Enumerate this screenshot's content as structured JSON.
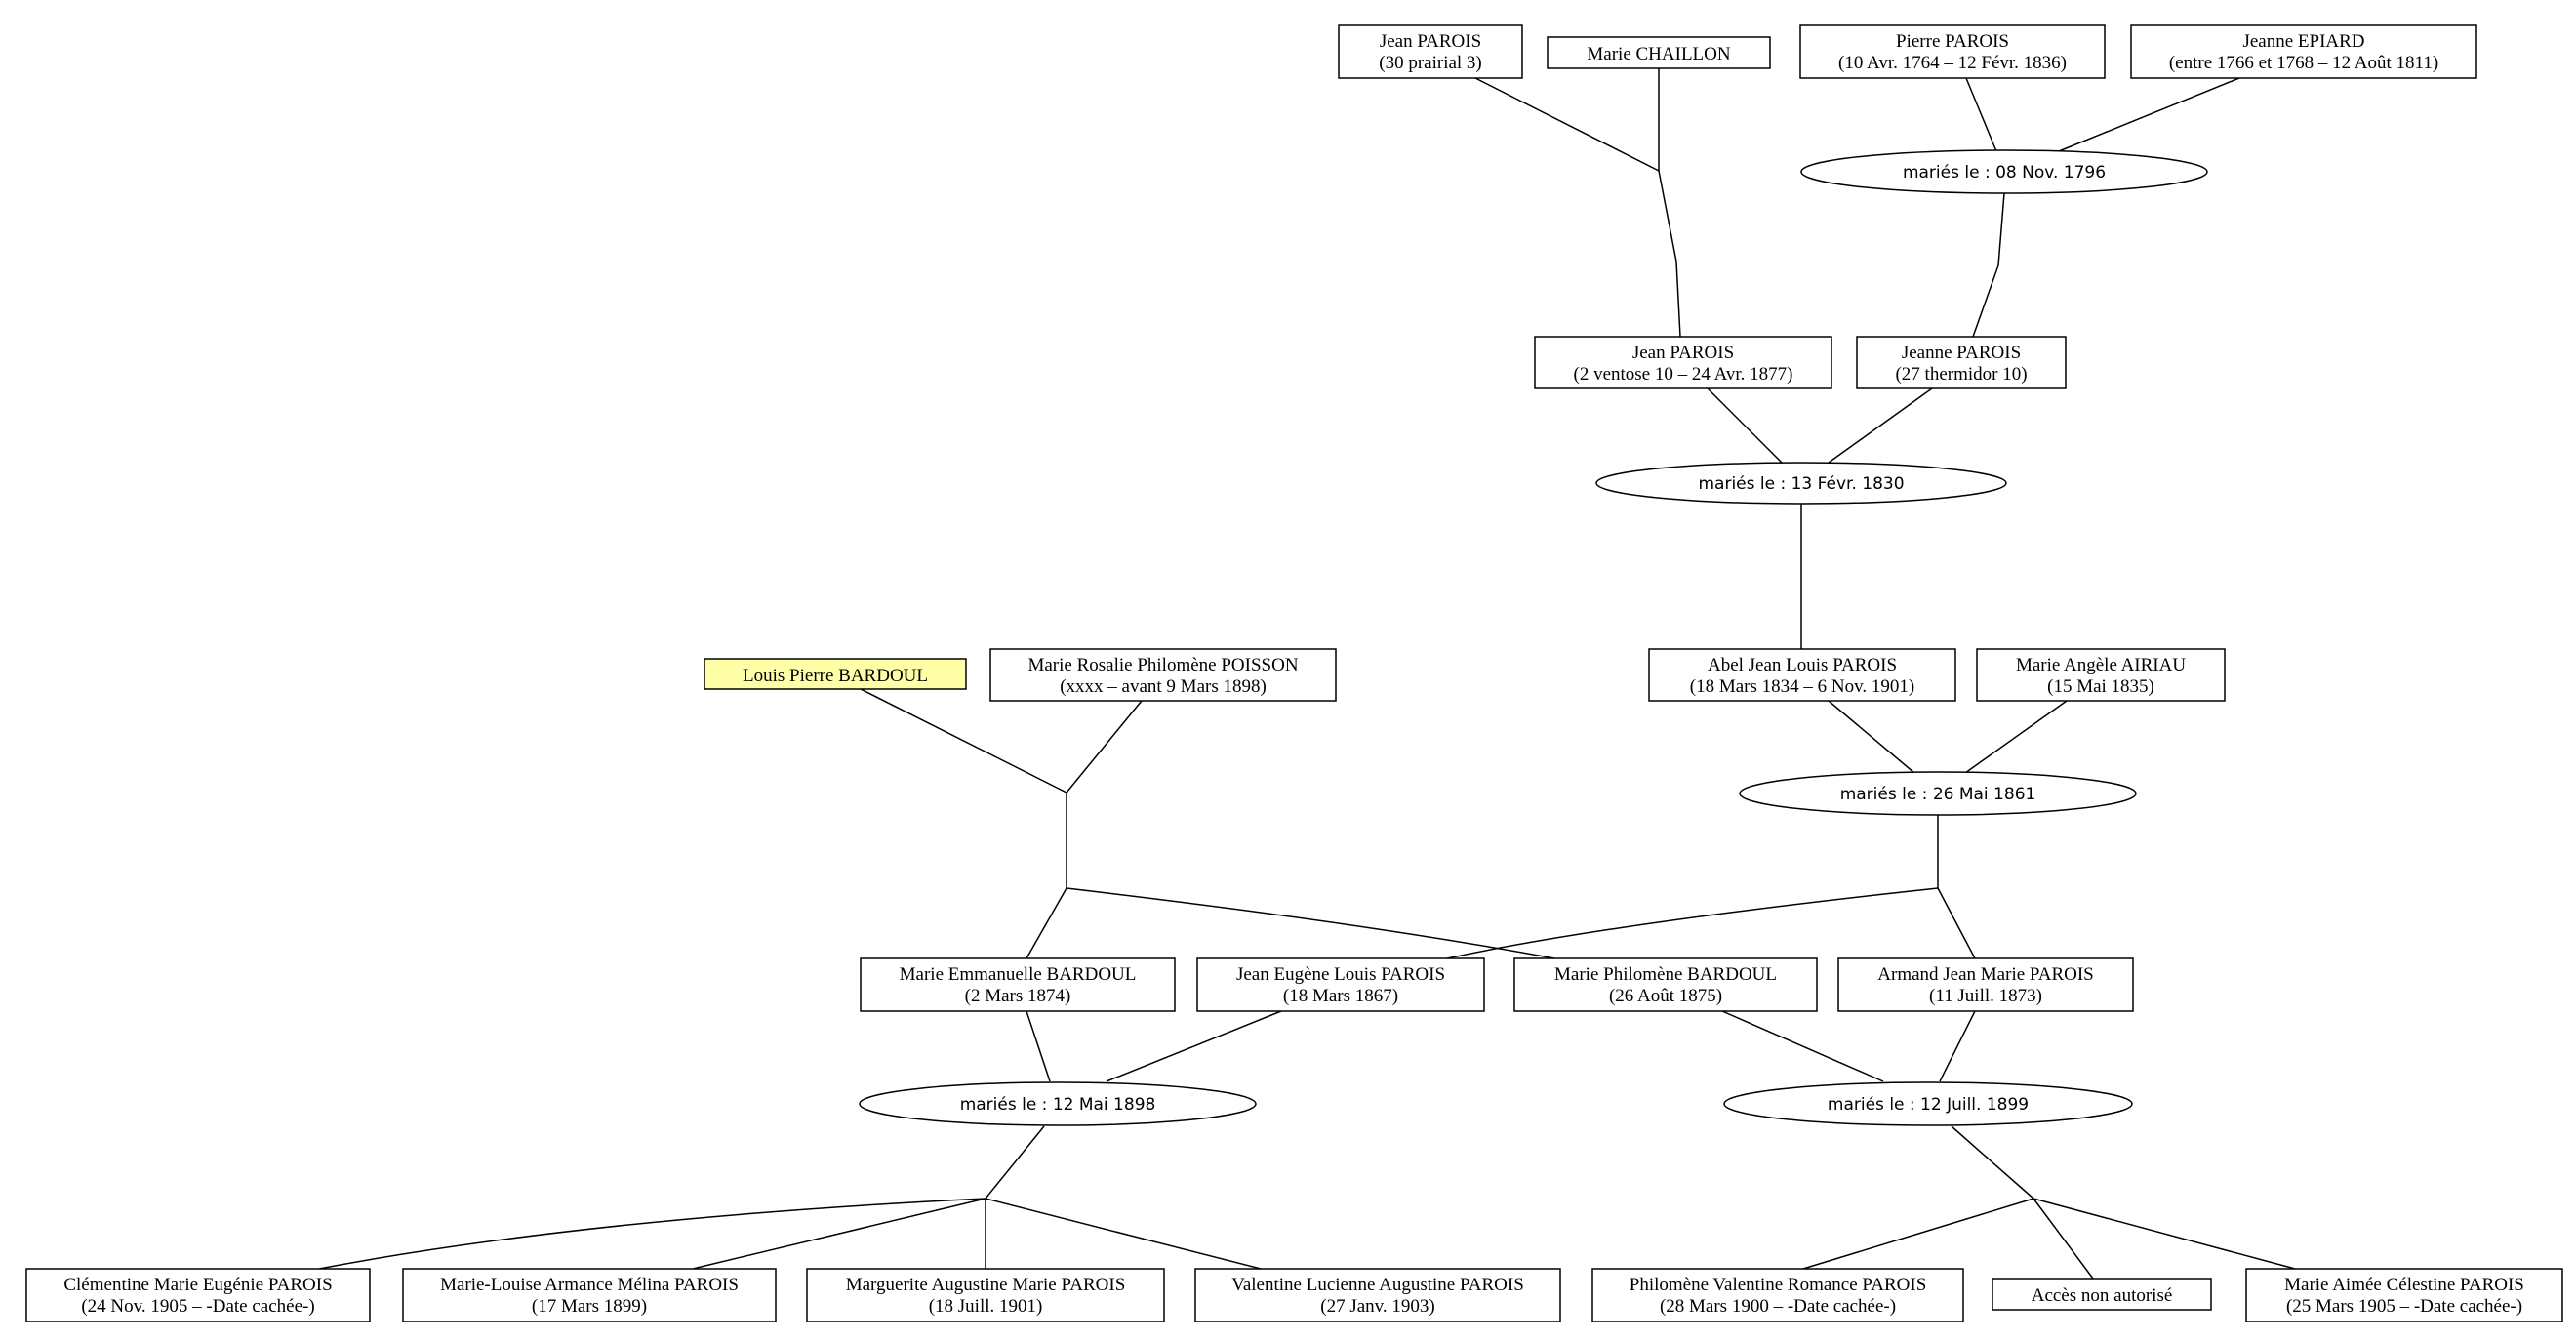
{
  "persons": {
    "jean_parois_1": {
      "name": "Jean PAROIS",
      "dates": "(30 prairial 3)"
    },
    "marie_chaillon": {
      "name": "Marie CHAILLON",
      "dates": ""
    },
    "pierre_parois": {
      "name": "Pierre PAROIS",
      "dates": "(10 Avr. 1764 – 12 Févr. 1836)"
    },
    "jeanne_epiard": {
      "name": "Jeanne EPIARD",
      "dates": "(entre 1766 et 1768 – 12 Août 1811)"
    },
    "jean_parois_2": {
      "name": "Jean PAROIS",
      "dates": "(2 ventose 10 – 24 Avr. 1877)"
    },
    "jeanne_parois": {
      "name": "Jeanne PAROIS",
      "dates": "(27 thermidor 10)"
    },
    "louis_bardoul": {
      "name": "Louis Pierre BARDOUL",
      "dates": "",
      "highlight": true
    },
    "marie_poisson": {
      "name": "Marie Rosalie Philomène POISSON",
      "dates": "(xxxx – avant 9 Mars 1898)"
    },
    "abel_parois": {
      "name": "Abel Jean Louis PAROIS",
      "dates": "(18 Mars 1834 – 6 Nov. 1901)"
    },
    "marie_airiau": {
      "name": "Marie Angèle AIRIAU",
      "dates": "(15 Mai 1835)"
    },
    "marie_emmanuelle": {
      "name": "Marie Emmanuelle BARDOUL",
      "dates": "(2 Mars 1874)"
    },
    "jean_eugene": {
      "name": "Jean Eugène Louis PAROIS",
      "dates": "(18 Mars 1867)"
    },
    "marie_philomene": {
      "name": "Marie Philomène BARDOUL",
      "dates": "(26 Août 1875)"
    },
    "armand_parois": {
      "name": "Armand Jean Marie PAROIS",
      "dates": "(11 Juill. 1873)"
    },
    "clementine": {
      "name": "Clémentine Marie Eugénie PAROIS",
      "dates": "(24 Nov. 1905 – -Date cachée-)"
    },
    "marie_louise": {
      "name": "Marie-Louise Armance Mélina PAROIS",
      "dates": "(17 Mars 1899)"
    },
    "marguerite": {
      "name": "Marguerite Augustine Marie PAROIS",
      "dates": "(18 Juill. 1901)"
    },
    "valentine": {
      "name": "Valentine Lucienne Augustine PAROIS",
      "dates": "(27 Janv. 1903)"
    },
    "philomene_valentine": {
      "name": "Philomène Valentine Romance PAROIS",
      "dates": "(28 Mars 1900 – -Date cachée-)"
    },
    "acces": {
      "name": "Accès non autorisé",
      "dates": ""
    },
    "marie_aimee": {
      "name": "Marie Aimée Célestine PAROIS",
      "dates": "(25 Mars 1905 – -Date cachée-)"
    }
  },
  "unions": {
    "u1796": {
      "label": "mariés le : 08 Nov. 1796"
    },
    "u1830": {
      "label": "mariés le : 13 Févr. 1830"
    },
    "u1861": {
      "label": "mariés le : 26 Mai 1861"
    },
    "u1898": {
      "label": "mariés le : 12 Mai 1898"
    },
    "u1899": {
      "label": "mariés le : 12 Juill. 1899"
    }
  }
}
